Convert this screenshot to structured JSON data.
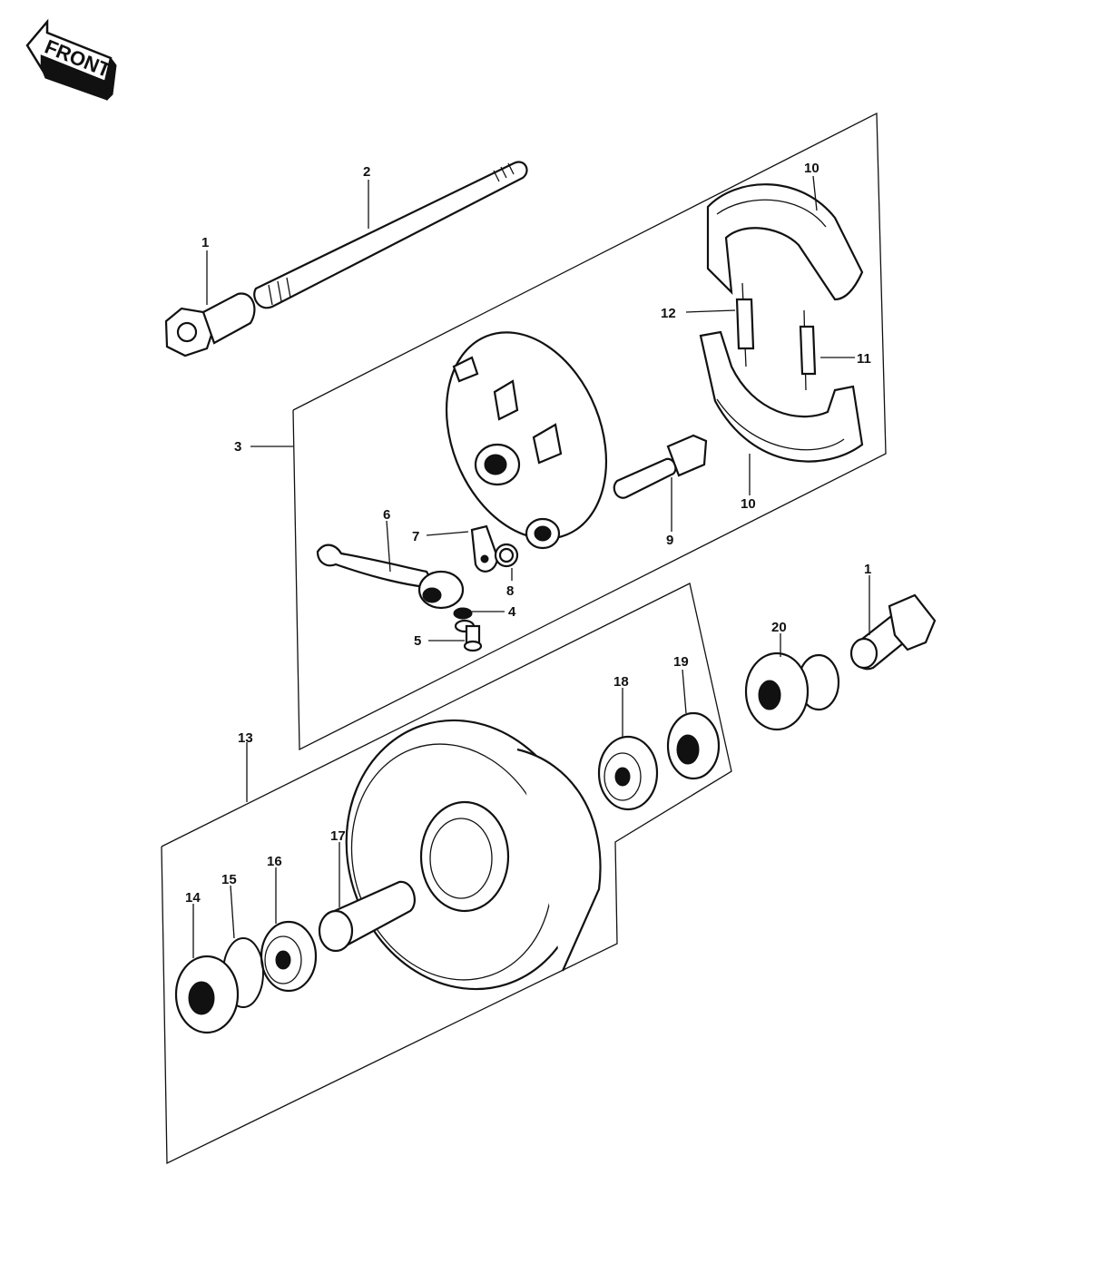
{
  "front_badge": "FRONT",
  "callouts": {
    "c1_top": "1",
    "c2": "2",
    "c3": "3",
    "c4": "4",
    "c5": "5",
    "c6": "6",
    "c7": "7",
    "c8": "8",
    "c9": "9",
    "c10_top": "10",
    "c10_bottom": "10",
    "c11": "11",
    "c12": "12",
    "c13": "13",
    "c14": "14",
    "c15": "15",
    "c16": "16",
    "c17": "17",
    "c18": "18",
    "c19": "19",
    "c20": "20",
    "c1_right": "1"
  }
}
